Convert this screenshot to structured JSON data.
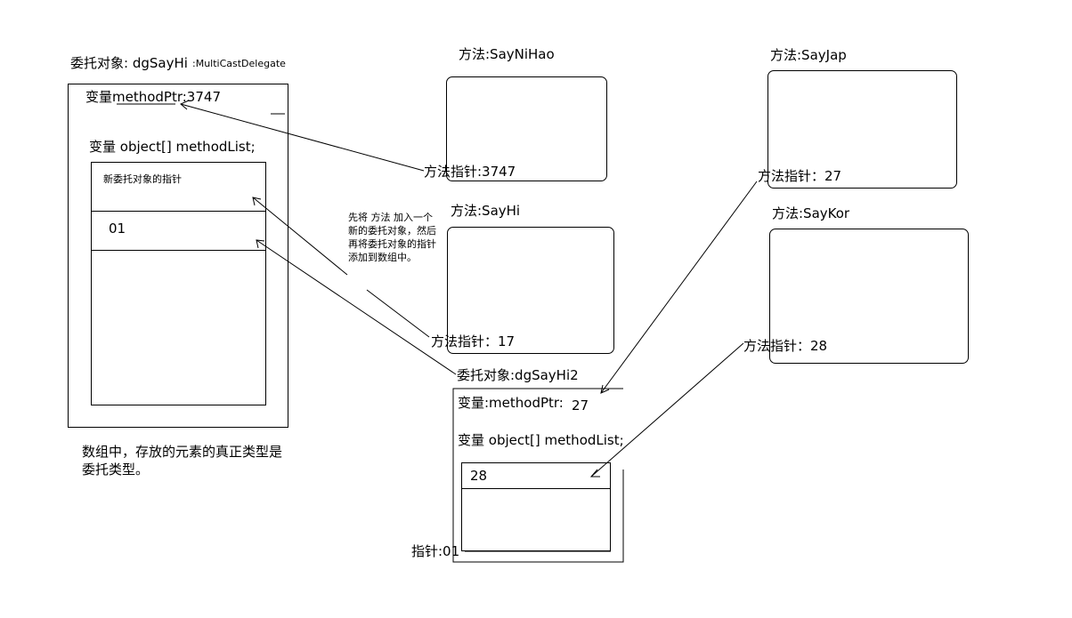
{
  "delegate1": {
    "title": "委托对象: dgSayHi",
    "type": ":MultiCastDelegate",
    "method_ptr": "变量methodPtr:3747",
    "method_list": "变量 object[] methodList;",
    "cell_new_pointer": "新委托对象的指针",
    "cell_01": "01"
  },
  "methods": {
    "saynihao": {
      "title": "方法:SayNiHao",
      "pointer": "方法指针:3747"
    },
    "sayhi": {
      "title": "方法:SayHi",
      "pointer": "方法指针：17"
    },
    "sayjap": {
      "title": "方法:SayJap",
      "pointer": "方法指针：27"
    },
    "saykor": {
      "title": "方法:SayKor",
      "pointer": "方法指针：28"
    }
  },
  "note": "先将 方法 加入一个\n新的委托对象，然后\n再将委托对象的指针\n添加到数组中。",
  "delegate2": {
    "title": "委托对象:dgSayHi2",
    "method_ptr_label": "变量:methodPtr:",
    "method_ptr_value": "27",
    "method_list": "变量 object[] methodList;",
    "cell_28": "28",
    "pointer": "指针:01"
  },
  "footnote": "数组中，存放的元素的真正类型是\n委托类型。"
}
